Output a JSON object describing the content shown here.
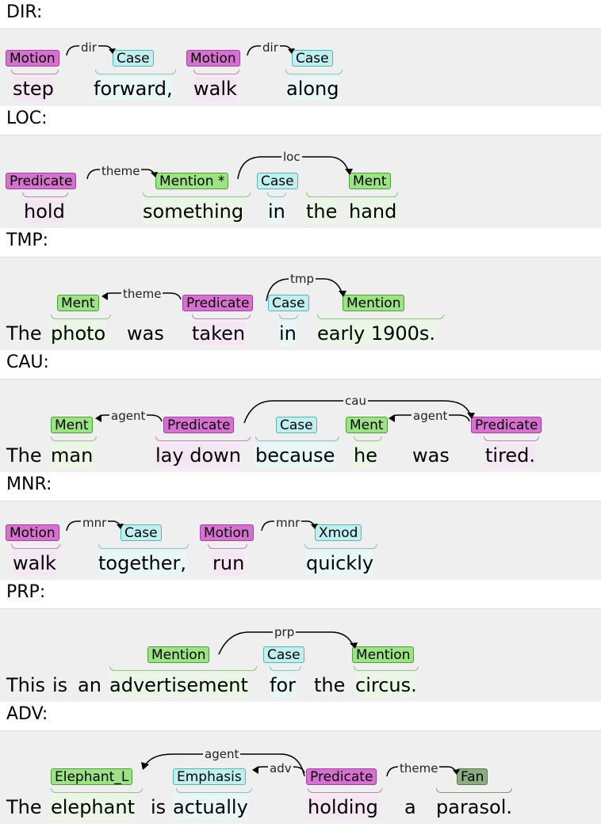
{
  "sections": [
    {
      "label": "DIR:",
      "words": [
        "step",
        "forward,",
        "walk",
        "along"
      ],
      "tags": [
        "Motion",
        "Case",
        "Motion",
        "Case"
      ],
      "arcs": [
        "dir",
        "dir"
      ]
    },
    {
      "label": "LOC:",
      "words": [
        "hold",
        "something",
        "in",
        "the",
        "hand"
      ],
      "tags": [
        "Predicate",
        "Mention *",
        "Case",
        "Ment"
      ],
      "arcs": [
        "theme",
        "loc"
      ]
    },
    {
      "label": "TMP:",
      "words": [
        "The",
        "photo",
        "was",
        "taken",
        "in",
        "early 1900s."
      ],
      "tags": [
        "Ment",
        "Predicate",
        "Case",
        "Mention"
      ],
      "arcs": [
        "theme",
        "tmp"
      ]
    },
    {
      "label": "CAU:",
      "words": [
        "The",
        "man",
        "lay down",
        "because",
        "he",
        "was",
        "tired."
      ],
      "tags": [
        "Ment",
        "Predicate",
        "Case",
        "Ment",
        "Predicate"
      ],
      "arcs": [
        "agent",
        "cau",
        "agent"
      ]
    },
    {
      "label": "MNR:",
      "words": [
        "walk",
        "together,",
        "run",
        "quickly"
      ],
      "tags": [
        "Motion",
        "Case",
        "Motion",
        "Xmod"
      ],
      "arcs": [
        "mnr",
        "mnr"
      ]
    },
    {
      "label": "PRP:",
      "words": [
        "This",
        "is",
        "an",
        "advertisement",
        "for",
        "the",
        "circus."
      ],
      "tags": [
        "Mention",
        "Case",
        "Mention"
      ],
      "arcs": [
        "prp"
      ]
    },
    {
      "label": "ADV:",
      "words": [
        "The",
        "elephant",
        "is",
        "actually",
        "holding",
        "a",
        "parasol."
      ],
      "tags": [
        "Elephant_L",
        "Emphasis",
        "Predicate",
        "Fan"
      ],
      "arcs": [
        "agent",
        "adv",
        "theme"
      ]
    }
  ],
  "colors": {
    "motion": "#d771d0",
    "case": "#bff0ef",
    "mention": "#9be383",
    "fan": "#8aae80",
    "panel_bg": "#efefef"
  }
}
